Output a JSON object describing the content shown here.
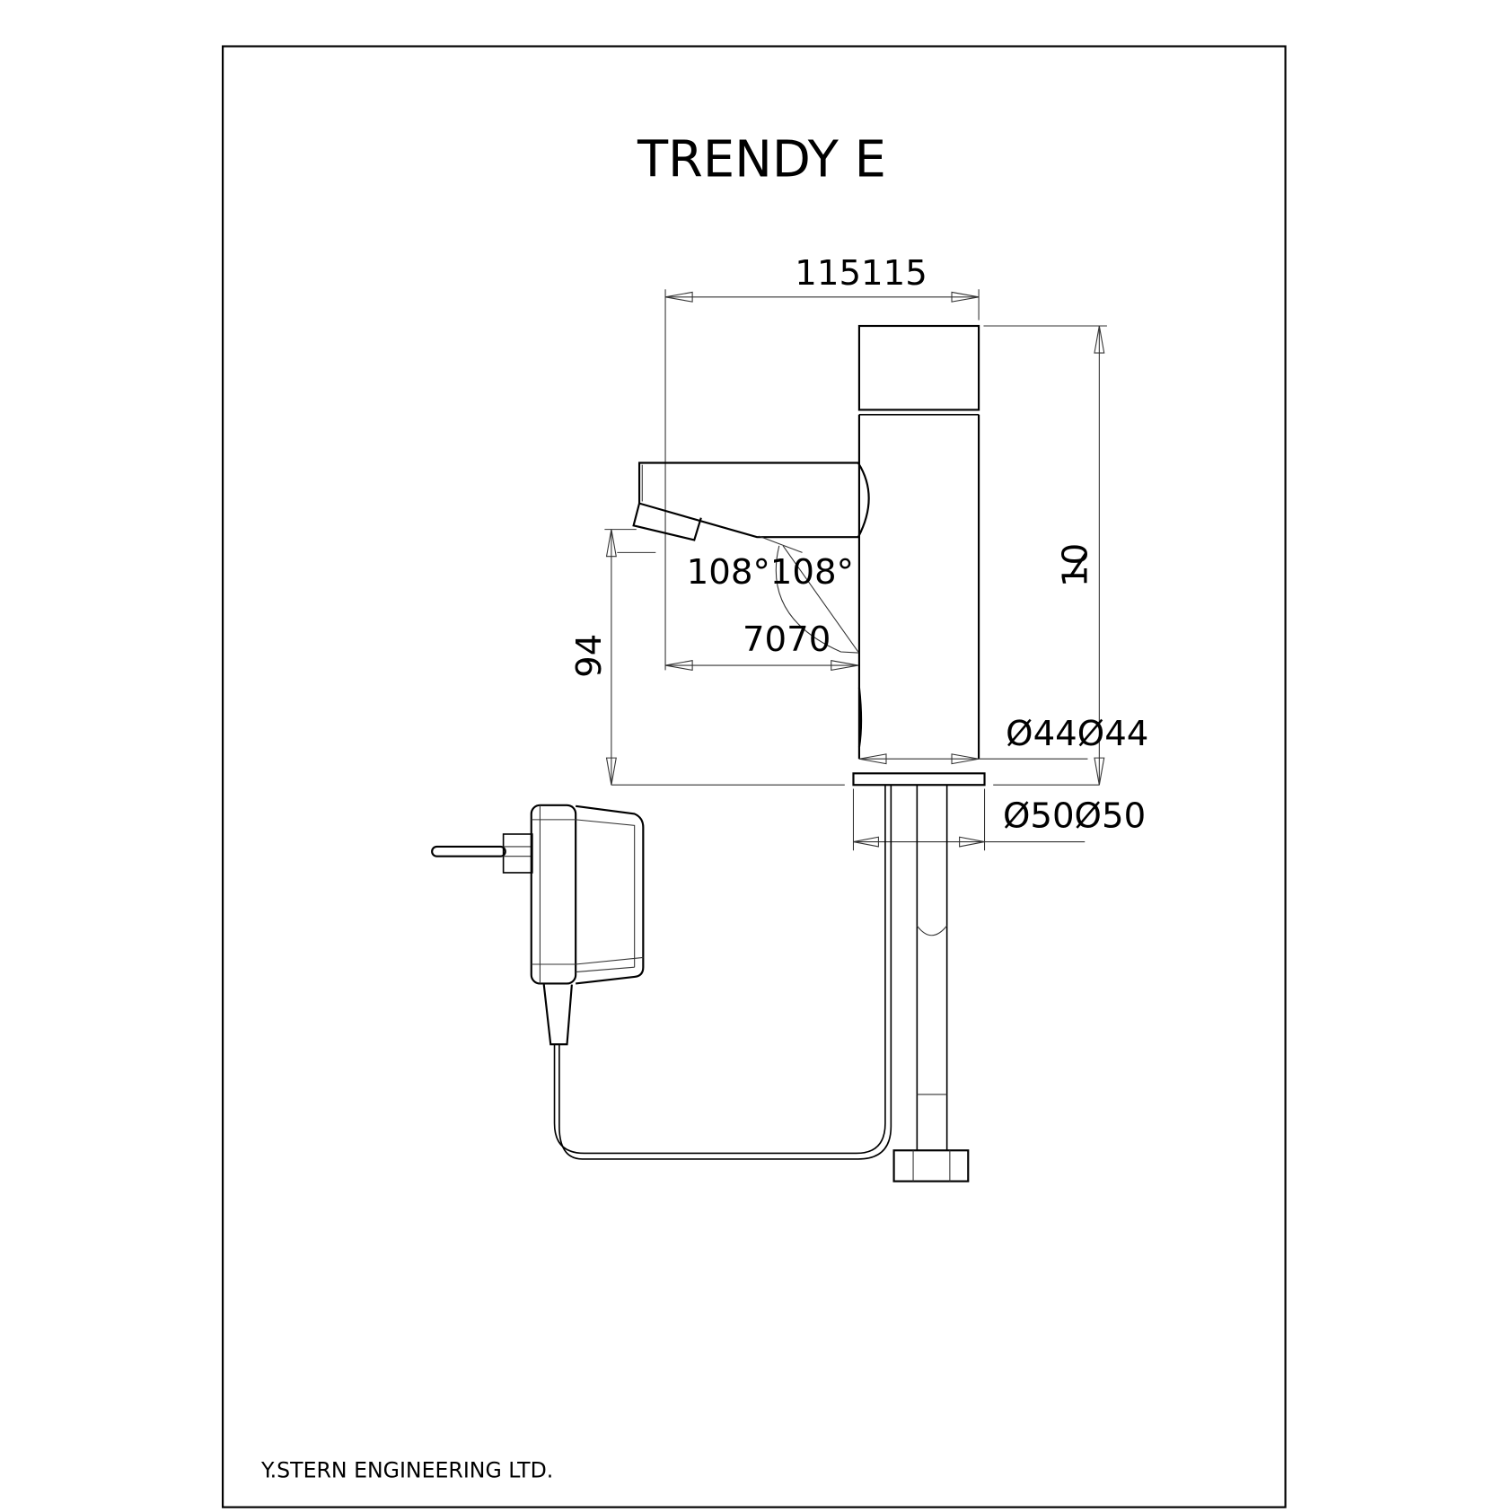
{
  "title": "TRENDY E",
  "footer": "Y.STERN ENGINEERING LTD.",
  "dimensions": {
    "overall_width": "115115",
    "spout_angle": "108°108°",
    "spout_reach": "7070",
    "spout_height": "94",
    "overall_height": "10",
    "body_diameter": "Ø44Ø44",
    "base_diameter": "Ø50Ø50"
  },
  "colors": {
    "line": "#000000",
    "background": "#ffffff"
  }
}
